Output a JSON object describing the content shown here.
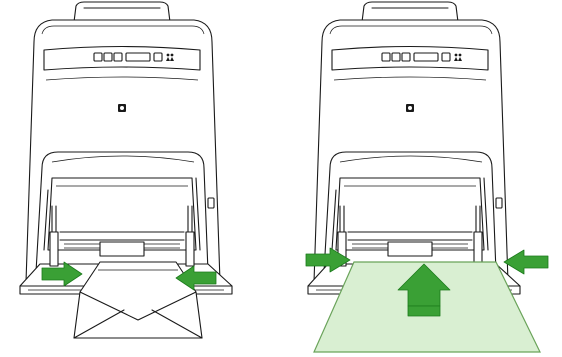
{
  "figure": {
    "panels": [
      {
        "id": "envelope-loading",
        "media": "envelope",
        "guide_arrows": [
          "inward-left",
          "inward-right"
        ]
      },
      {
        "id": "paper-loading",
        "media": "paper-sheet",
        "guide_arrows": [
          "inward-left",
          "inward-right",
          "feed-up"
        ]
      }
    ],
    "colors": {
      "line": "#1a1a1a",
      "arrow_green": "#3aa035",
      "paper_fill": "#d9efd2",
      "paper_stroke": "#6aa35a",
      "background": "#ffffff"
    }
  }
}
